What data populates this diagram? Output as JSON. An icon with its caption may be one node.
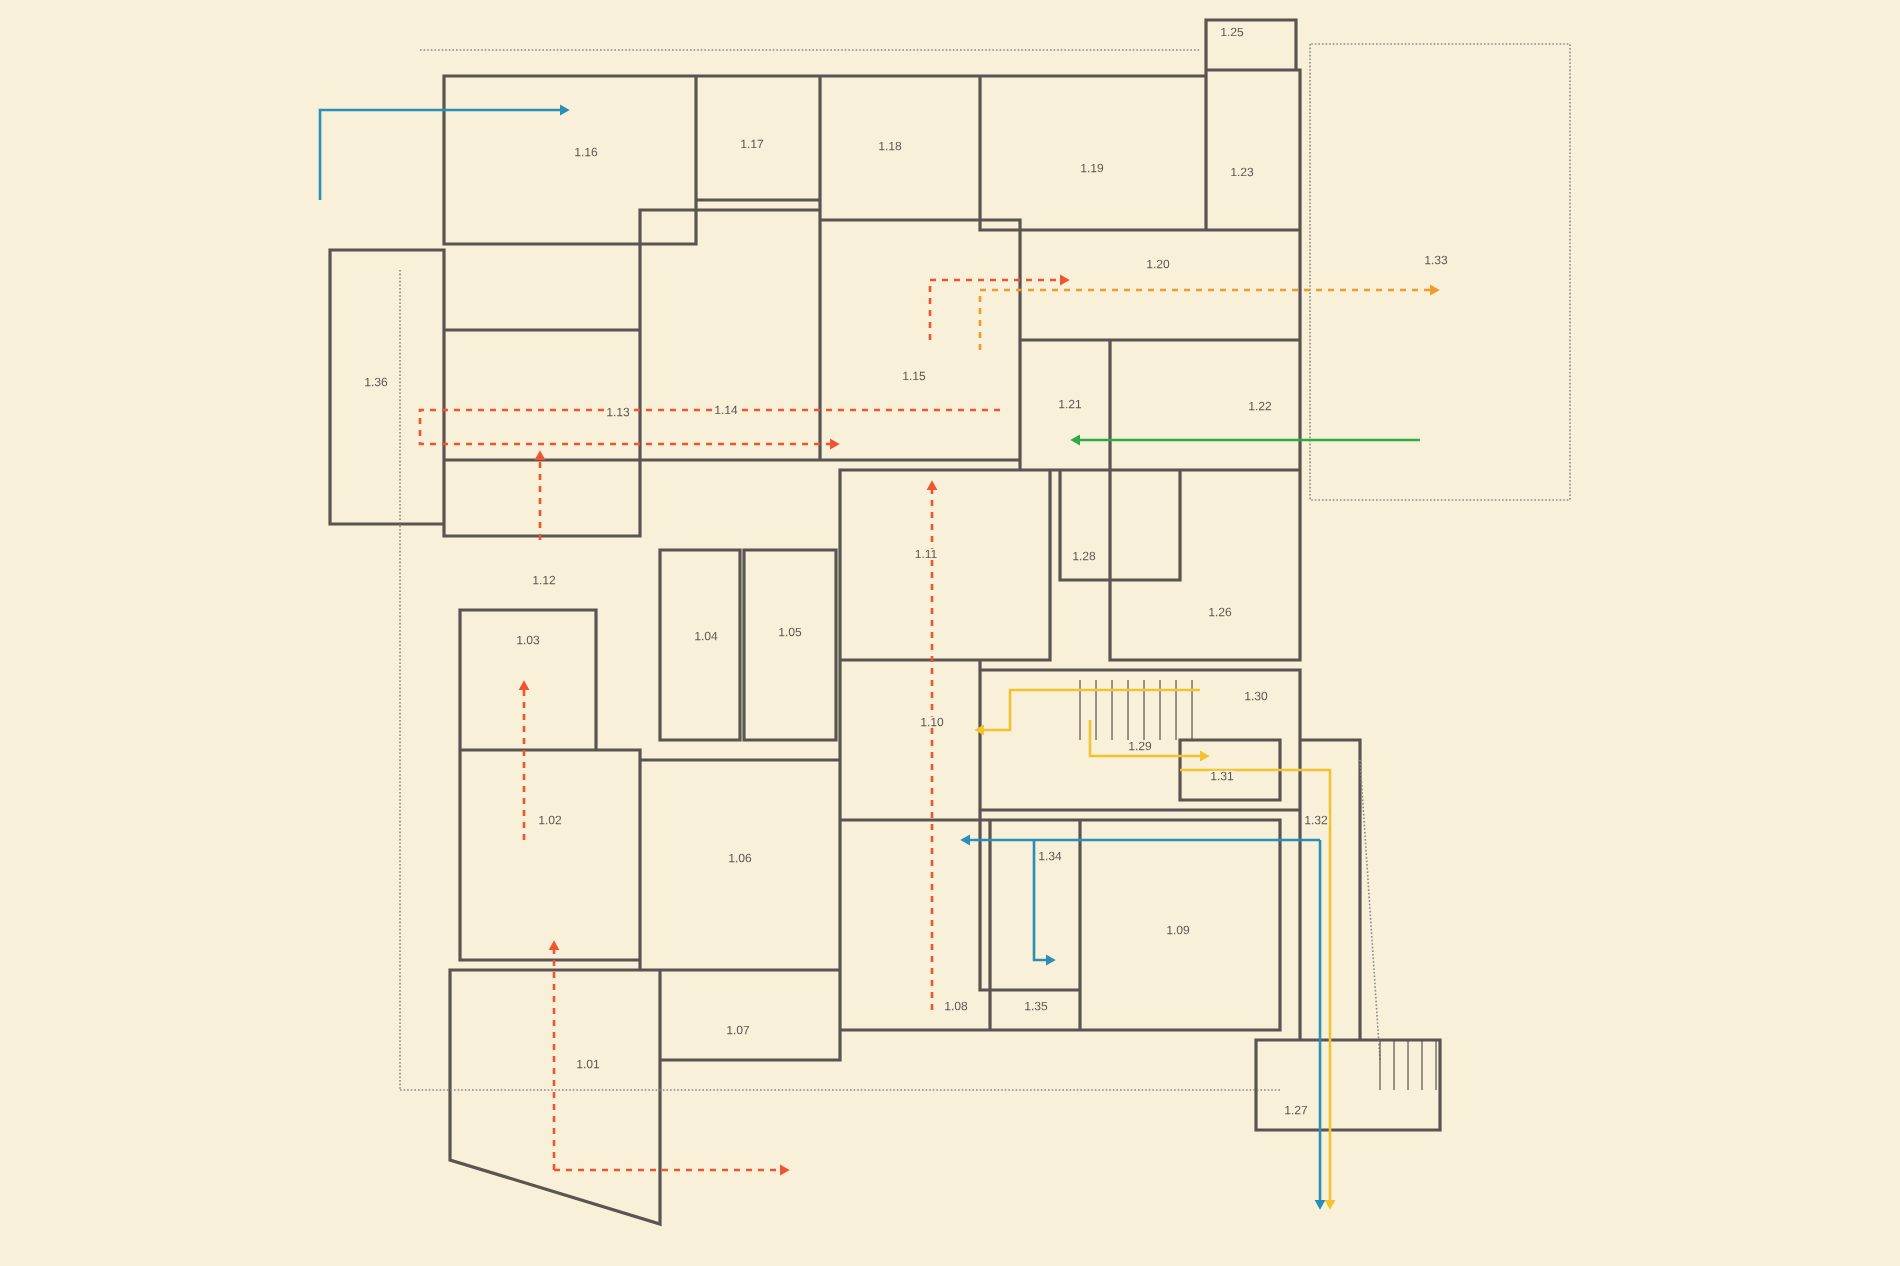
{
  "diagram": {
    "labels": [
      "1.25",
      "1.17",
      "1.18",
      "1.16",
      "1.19",
      "1.23",
      "1.33",
      "1.20",
      "1.36",
      "1.13",
      "1.14",
      "1.15",
      "1.21",
      "1.22",
      "1.11",
      "1.28",
      "1.12",
      "1.26",
      "1.05",
      "1.04",
      "1.03",
      "1.30",
      "1.10",
      "1.29",
      "1.31",
      "1.02",
      "1.32",
      "1.06",
      "1.34",
      "1.09",
      "1.07",
      "1.08",
      "1.35",
      "1.01",
      "1.27"
    ]
  }
}
